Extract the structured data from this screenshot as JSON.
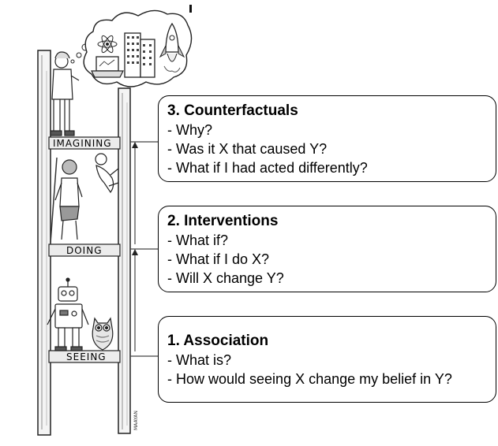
{
  "ladder": {
    "rungs": [
      {
        "label": "IMAGINING"
      },
      {
        "label": "DOING"
      },
      {
        "label": "SEEING"
      }
    ],
    "signature": "MAAYAN"
  },
  "levels": [
    {
      "title": "3. Counterfactuals",
      "lines": [
        "- Why?",
        "- Was it X that caused Y?",
        "- What if I had acted differently?"
      ]
    },
    {
      "title": "2. Interventions",
      "lines": [
        "- What if?",
        "- What if I do X?",
        "- Will X change Y?"
      ]
    },
    {
      "title": "1. Association",
      "lines": [
        "- What is?",
        "- How would seeing X change my belief in Y?"
      ]
    }
  ],
  "icons": [
    "thought-bubble-icon",
    "atom-icon",
    "laptop-icon",
    "building-icon",
    "rocket-icon",
    "scientist-figure-icon",
    "caveman-figure-icon",
    "baby-figure-icon",
    "robot-icon",
    "owl-icon"
  ]
}
